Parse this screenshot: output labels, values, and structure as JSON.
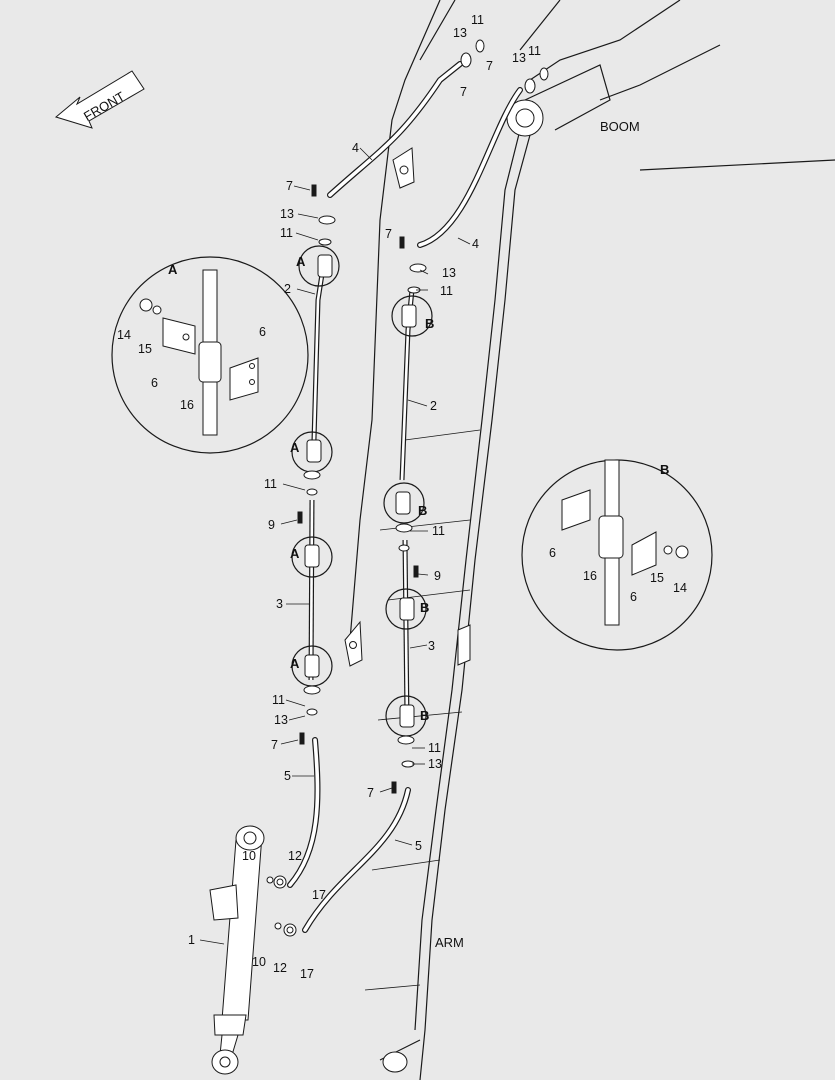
{
  "labels": {
    "front": "FRONT",
    "boom": "BOOM",
    "arm": "ARM",
    "detail_a": "A",
    "detail_b": "B"
  },
  "callouts": {
    "p1": "1",
    "p2": "2",
    "p3": "3",
    "p4": "4",
    "p5": "5",
    "p6": "6",
    "p7": "7",
    "p9": "9",
    "p10": "10",
    "p11": "11",
    "p12": "12",
    "p13": "13",
    "p14": "14",
    "p15": "15",
    "p16": "16",
    "p17": "17"
  }
}
